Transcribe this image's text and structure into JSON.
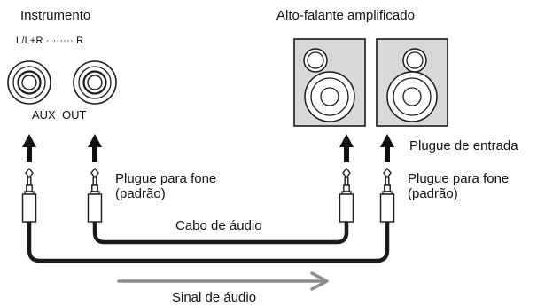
{
  "labels": {
    "instrument": "Instrumento",
    "speaker": "Alto-falante amplificado",
    "channels": "L/L+R ········ R",
    "aux_out": "AUX  OUT",
    "input_plug": "Plugue de entrada",
    "phone_plug_left": "Plugue para fone\n(padrão)",
    "phone_plug_right": "Plugue para fone\n(padrão)",
    "audio_cable": "Cabo de áudio",
    "audio_signal": "Sinal de áudio"
  },
  "colors": {
    "line": "#1a1a1a",
    "speaker_fill": "#d9d9d9",
    "signal_arrow": "#8c8c8c"
  },
  "icons": {
    "jack": "audio-jack-icon",
    "speaker": "speaker-icon",
    "plug": "phone-plug-icon",
    "arrow": "up-arrow-icon"
  }
}
